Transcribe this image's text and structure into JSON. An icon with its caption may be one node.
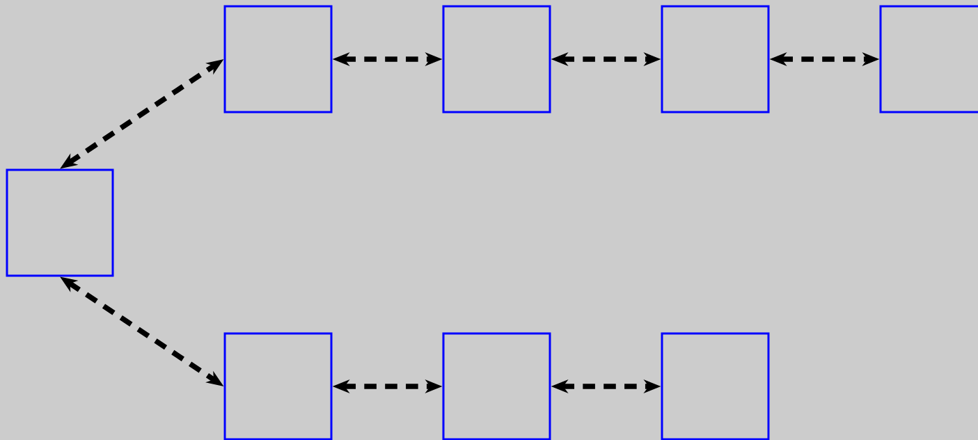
{
  "diagram": {
    "nodes": [
      {
        "text": [],
        "shape": "box"
      },
      {
        "text": [],
        "shape": "box"
      },
      {
        "text": [],
        "shape": "box"
      },
      {
        "text": [],
        "shape": "box"
      },
      {
        "text": [],
        "shape": "box"
      },
      {
        "text": [],
        "shape": "box"
      },
      {
        "text": [],
        "shape": "box"
      },
      {
        "text": [],
        "shape": "box"
      }
    ],
    "edges": [
      {
        "from": 0,
        "to": 1,
        "arrow": "both",
        "style": "dashed"
      },
      {
        "from": 1,
        "to": 2,
        "arrow": "both",
        "style": "dashed"
      },
      {
        "from": 2,
        "to": 3,
        "arrow": "both",
        "style": "dashed"
      },
      {
        "from": 3,
        "to": 4,
        "arrow": "both",
        "style": "dashed"
      },
      {
        "from": 0,
        "to": 5,
        "arrow": "both",
        "style": "dashed"
      },
      {
        "from": 5,
        "to": 6,
        "arrow": "both",
        "style": "dashed"
      },
      {
        "from": 6,
        "to": 7,
        "arrow": "both",
        "style": "dashed"
      }
    ]
  }
}
